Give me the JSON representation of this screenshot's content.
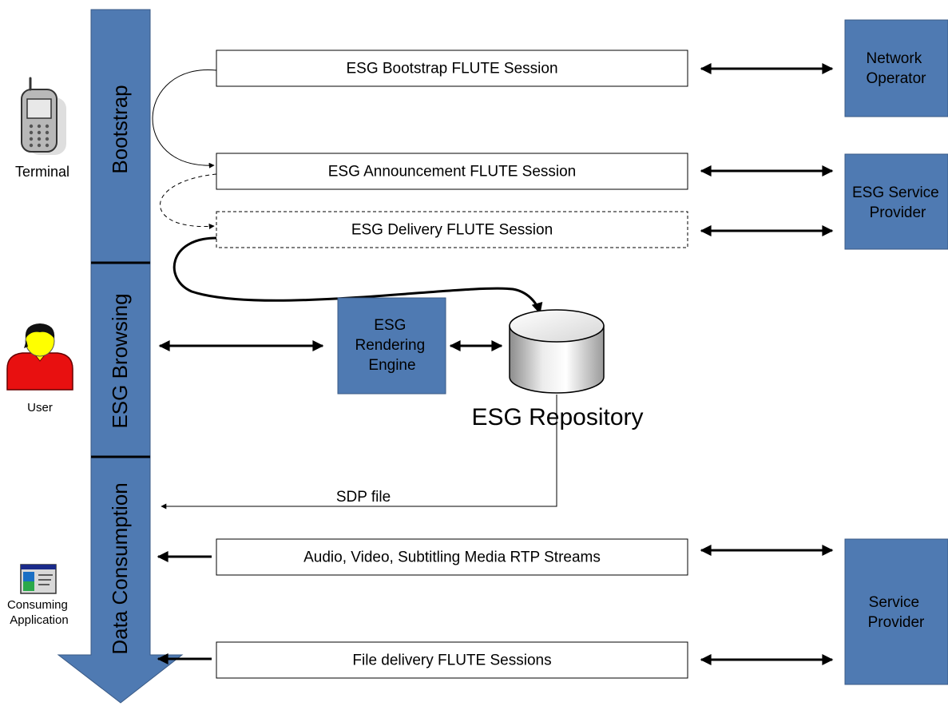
{
  "phases": {
    "bootstrap": "Bootstrap",
    "browsing": "ESG Browsing",
    "consumption": "Data Consumption"
  },
  "actors": {
    "terminal": "Terminal",
    "user": "User",
    "consuming_app": "Consuming Application",
    "consuming_app_lines": [
      "Consuming",
      "Application"
    ]
  },
  "sessions": {
    "bootstrap": "ESG Bootstrap FLUTE Session",
    "announcement": "ESG Announcement FLUTE Session",
    "delivery": "ESG Delivery FLUTE Session",
    "media": "Audio, Video, Subtitling Media RTP Streams",
    "file": "File delivery FLUTE Sessions"
  },
  "providers": {
    "network_operator": [
      "Network",
      "Operator"
    ],
    "esg_service_provider": [
      "ESG Service",
      "Provider"
    ],
    "service_provider": [
      "Service",
      "Provider"
    ]
  },
  "engine_lines": [
    "ESG",
    "Rendering",
    "Engine"
  ],
  "repository": "ESG Repository",
  "sdp_file": "SDP file",
  "colors": {
    "accent": "#4f7ab2",
    "accent_border": "#3a5a86",
    "user_head": "#ffff00",
    "user_body": "#e81010"
  }
}
